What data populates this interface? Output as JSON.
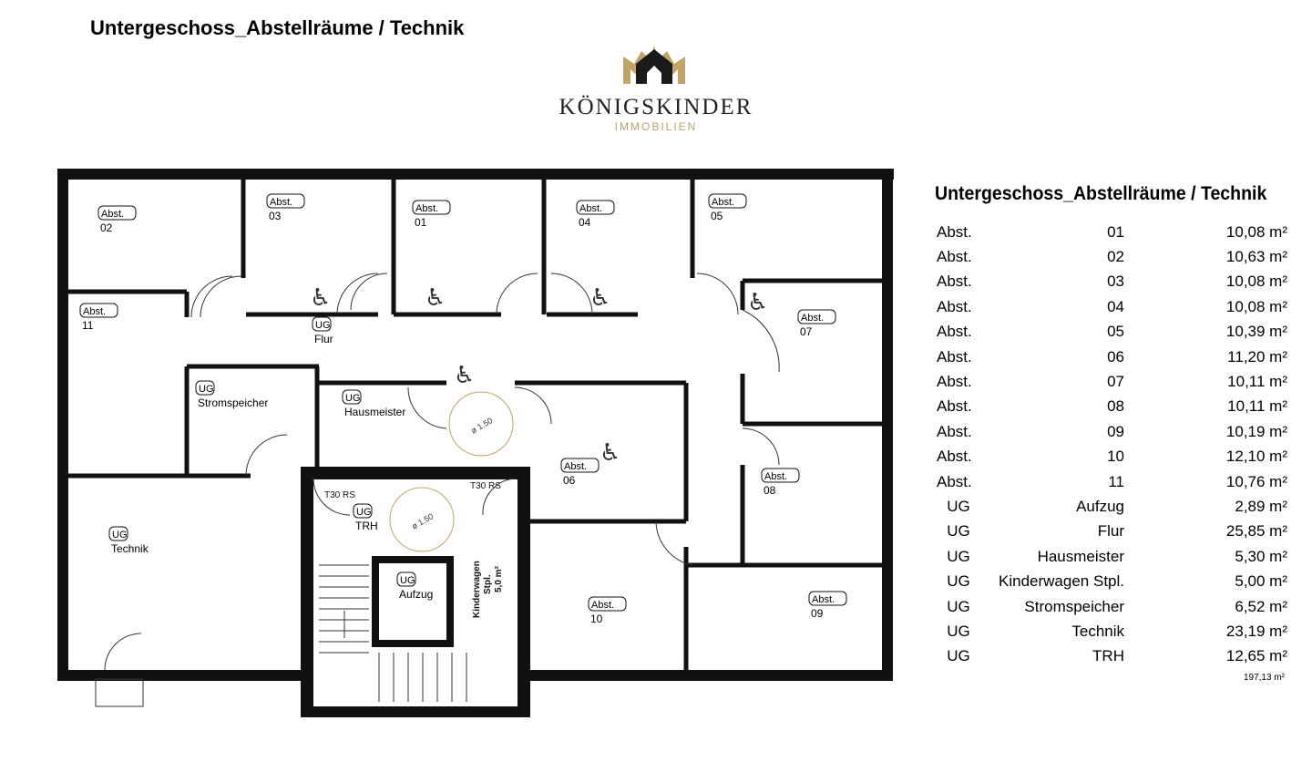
{
  "header": {
    "title": "Untergeschoss_Abstellräume / Technik"
  },
  "logo": {
    "name": "KÖNIGSKINDER",
    "sub": "IMMOBILIEN",
    "gold": "#c2a468",
    "dark": "#1a1a1a"
  },
  "plan": {
    "rooms": [
      {
        "tag": "Abst.",
        "name": "02"
      },
      {
        "tag": "Abst.",
        "name": "03"
      },
      {
        "tag": "Abst.",
        "name": "01"
      },
      {
        "tag": "Abst.",
        "name": "04"
      },
      {
        "tag": "Abst.",
        "name": "05"
      },
      {
        "tag": "Abst.",
        "name": "11"
      },
      {
        "tag": "UG",
        "name": "Flur"
      },
      {
        "tag": "Abst.",
        "name": "07"
      },
      {
        "tag": "UG",
        "name": "Stromspeicher"
      },
      {
        "tag": "UG",
        "name": "Hausmeister"
      },
      {
        "tag": "Abst.",
        "name": "06"
      },
      {
        "tag": "Abst.",
        "name": "08"
      },
      {
        "tag": "UG",
        "name": "TRH"
      },
      {
        "tag": "UG",
        "name": "Technik"
      },
      {
        "tag": "UG",
        "name": "Aufzug"
      },
      {
        "tag": "Abst.",
        "name": "10"
      },
      {
        "tag": "Abst.",
        "name": "09"
      }
    ],
    "door_notes": [
      "T30 RS",
      "T30 RS"
    ],
    "turn_circles": [
      "ø 1.50",
      "ø 1.50"
    ],
    "kinderwagen": [
      "Kinderwagen",
      "Stpl.",
      "5,0 m²"
    ]
  },
  "table": {
    "title": "Untergeschoss_Abstellräume / Technik",
    "rows": [
      {
        "type": "Abst.",
        "name": "01",
        "area": "10,08 m²"
      },
      {
        "type": "Abst.",
        "name": "02",
        "area": "10,63 m²"
      },
      {
        "type": "Abst.",
        "name": "03",
        "area": "10,08 m²"
      },
      {
        "type": "Abst.",
        "name": "04",
        "area": "10,08 m²"
      },
      {
        "type": "Abst.",
        "name": "05",
        "area": "10,39 m²"
      },
      {
        "type": "Abst.",
        "name": "06",
        "area": "11,20 m²"
      },
      {
        "type": "Abst.",
        "name": "07",
        "area": "10,11 m²"
      },
      {
        "type": "Abst.",
        "name": "08",
        "area": "10,11 m²"
      },
      {
        "type": "Abst.",
        "name": "09",
        "area": "10,19 m²"
      },
      {
        "type": "Abst.",
        "name": "10",
        "area": "12,10 m²"
      },
      {
        "type": "Abst.",
        "name": "11",
        "area": "10,76 m²"
      },
      {
        "type": "UG",
        "name": "Aufzug",
        "area": "2,89 m²"
      },
      {
        "type": "UG",
        "name": "Flur",
        "area": "25,85 m²"
      },
      {
        "type": "UG",
        "name": "Hausmeister",
        "area": "5,30 m²"
      },
      {
        "type": "UG",
        "name": "Kinderwagen Stpl.",
        "area": "5,00 m²"
      },
      {
        "type": "UG",
        "name": "Stromspeicher",
        "area": "6,52 m²"
      },
      {
        "type": "UG",
        "name": "Technik",
        "area": "23,19 m²"
      },
      {
        "type": "UG",
        "name": "TRH",
        "area": "12,65 m²"
      }
    ],
    "total": "197,13 m²"
  }
}
